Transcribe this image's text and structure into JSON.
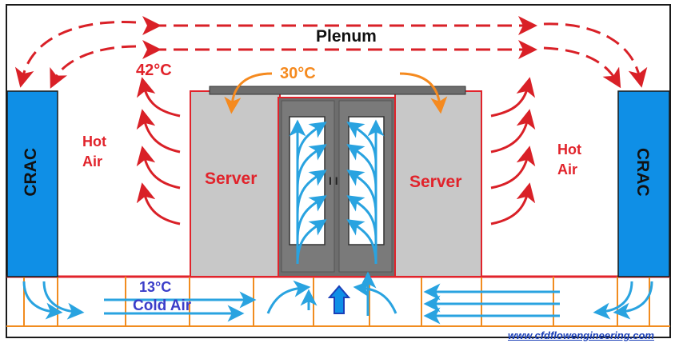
{
  "labels": {
    "plenum": "Plenum",
    "hot_temp": "42°C",
    "server_top_temp": "30°C",
    "hot_air_left": "Hot\nAir",
    "hot_air_right": "Hot\nAir",
    "crac_left": "CRAC",
    "crac_right": "CRAC",
    "server_left": "Server",
    "server_right": "Server",
    "cold_temp": "13°C",
    "cold_air": "Cold Air",
    "door_handle": "I I",
    "website": "www.cfdflowengineering.com"
  },
  "colors": {
    "hot": "#d92027",
    "warm": "#f58a1f",
    "cold": "#29a3e0",
    "crac_fill": "#0f8fe6",
    "server_fill": "#c8c8c8",
    "rack_dark": "#6d6d6d",
    "floor_line": "#f18c1f",
    "text_blue": "#3b3ec9",
    "link": "#1a3fb8"
  }
}
